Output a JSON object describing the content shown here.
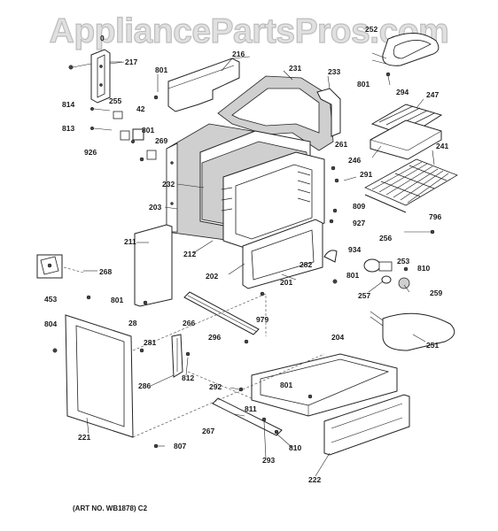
{
  "watermark": "AppliancePartsPros.com",
  "art_number": "(ART NO. WB1878) C2",
  "part_labels": [
    {
      "id": "p217",
      "text": "217"
    },
    {
      "id": "p0",
      "text": "0"
    },
    {
      "id": "p216",
      "text": "216"
    },
    {
      "id": "p801a",
      "text": "801"
    },
    {
      "id": "p231",
      "text": "231"
    },
    {
      "id": "p233",
      "text": "233"
    },
    {
      "id": "p252",
      "text": "252"
    },
    {
      "id": "p801b",
      "text": "801"
    },
    {
      "id": "p294",
      "text": "294"
    },
    {
      "id": "p247",
      "text": "247"
    },
    {
      "id": "p814",
      "text": "814"
    },
    {
      "id": "p255",
      "text": "255"
    },
    {
      "id": "p42",
      "text": "42"
    },
    {
      "id": "p813",
      "text": "813"
    },
    {
      "id": "p801c",
      "text": "801"
    },
    {
      "id": "p269",
      "text": "269"
    },
    {
      "id": "p926",
      "text": "926"
    },
    {
      "id": "p261",
      "text": "261"
    },
    {
      "id": "p246",
      "text": "246"
    },
    {
      "id": "p241",
      "text": "241"
    },
    {
      "id": "p291",
      "text": "291"
    },
    {
      "id": "p232",
      "text": "232"
    },
    {
      "id": "p809",
      "text": "809"
    },
    {
      "id": "p203",
      "text": "203"
    },
    {
      "id": "p927",
      "text": "927"
    },
    {
      "id": "p796",
      "text": "796"
    },
    {
      "id": "p211",
      "text": "211"
    },
    {
      "id": "p934",
      "text": "934"
    },
    {
      "id": "p256",
      "text": "256"
    },
    {
      "id": "p212",
      "text": "212"
    },
    {
      "id": "p253",
      "text": "253"
    },
    {
      "id": "p268",
      "text": "268"
    },
    {
      "id": "p282",
      "text": "282"
    },
    {
      "id": "p810a",
      "text": "810"
    },
    {
      "id": "p202",
      "text": "202"
    },
    {
      "id": "p801d",
      "text": "801"
    },
    {
      "id": "p201",
      "text": "201"
    },
    {
      "id": "p453",
      "text": "453"
    },
    {
      "id": "p257",
      "text": "257"
    },
    {
      "id": "p259",
      "text": "259"
    },
    {
      "id": "p801e",
      "text": "801"
    },
    {
      "id": "p979",
      "text": "979"
    },
    {
      "id": "p266",
      "text": "266"
    },
    {
      "id": "p804",
      "text": "804"
    },
    {
      "id": "p28",
      "text": "28"
    },
    {
      "id": "p296",
      "text": "296"
    },
    {
      "id": "p251",
      "text": "251"
    },
    {
      "id": "p281",
      "text": "281"
    },
    {
      "id": "p204",
      "text": "204"
    },
    {
      "id": "p812",
      "text": "812"
    },
    {
      "id": "p286",
      "text": "286"
    },
    {
      "id": "p292",
      "text": "292"
    },
    {
      "id": "p801f",
      "text": "801"
    },
    {
      "id": "p811",
      "text": "811"
    },
    {
      "id": "p267",
      "text": "267"
    },
    {
      "id": "p221",
      "text": "221"
    },
    {
      "id": "p807",
      "text": "807"
    },
    {
      "id": "p810b",
      "text": "810"
    },
    {
      "id": "p293",
      "text": "293"
    },
    {
      "id": "p222",
      "text": "222"
    }
  ]
}
